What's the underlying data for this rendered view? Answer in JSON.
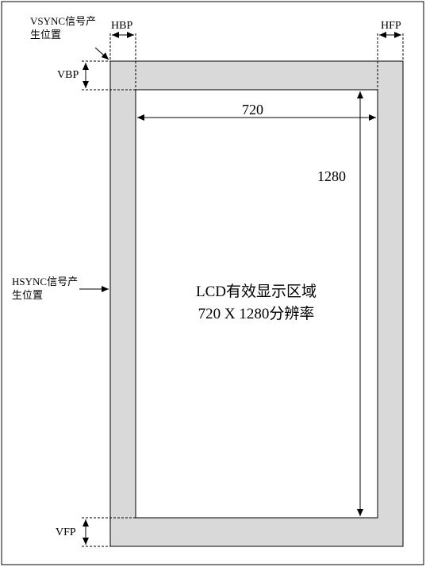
{
  "diagram": {
    "vsync_label": "VSYNC信号产生位置",
    "hsync_label": "HSYNC信号产生位置",
    "hbp": "HBP",
    "hfp": "HFP",
    "vbp": "VBP",
    "vfp": "VFP",
    "width_value": "720",
    "height_value": "1280",
    "center_line1": "LCD有效显示区域",
    "center_line2": "720 X 1280分辨率",
    "colors": {
      "porch_fill": "#d9d9d9",
      "active_fill": "#ffffff",
      "line": "#000000"
    }
  }
}
